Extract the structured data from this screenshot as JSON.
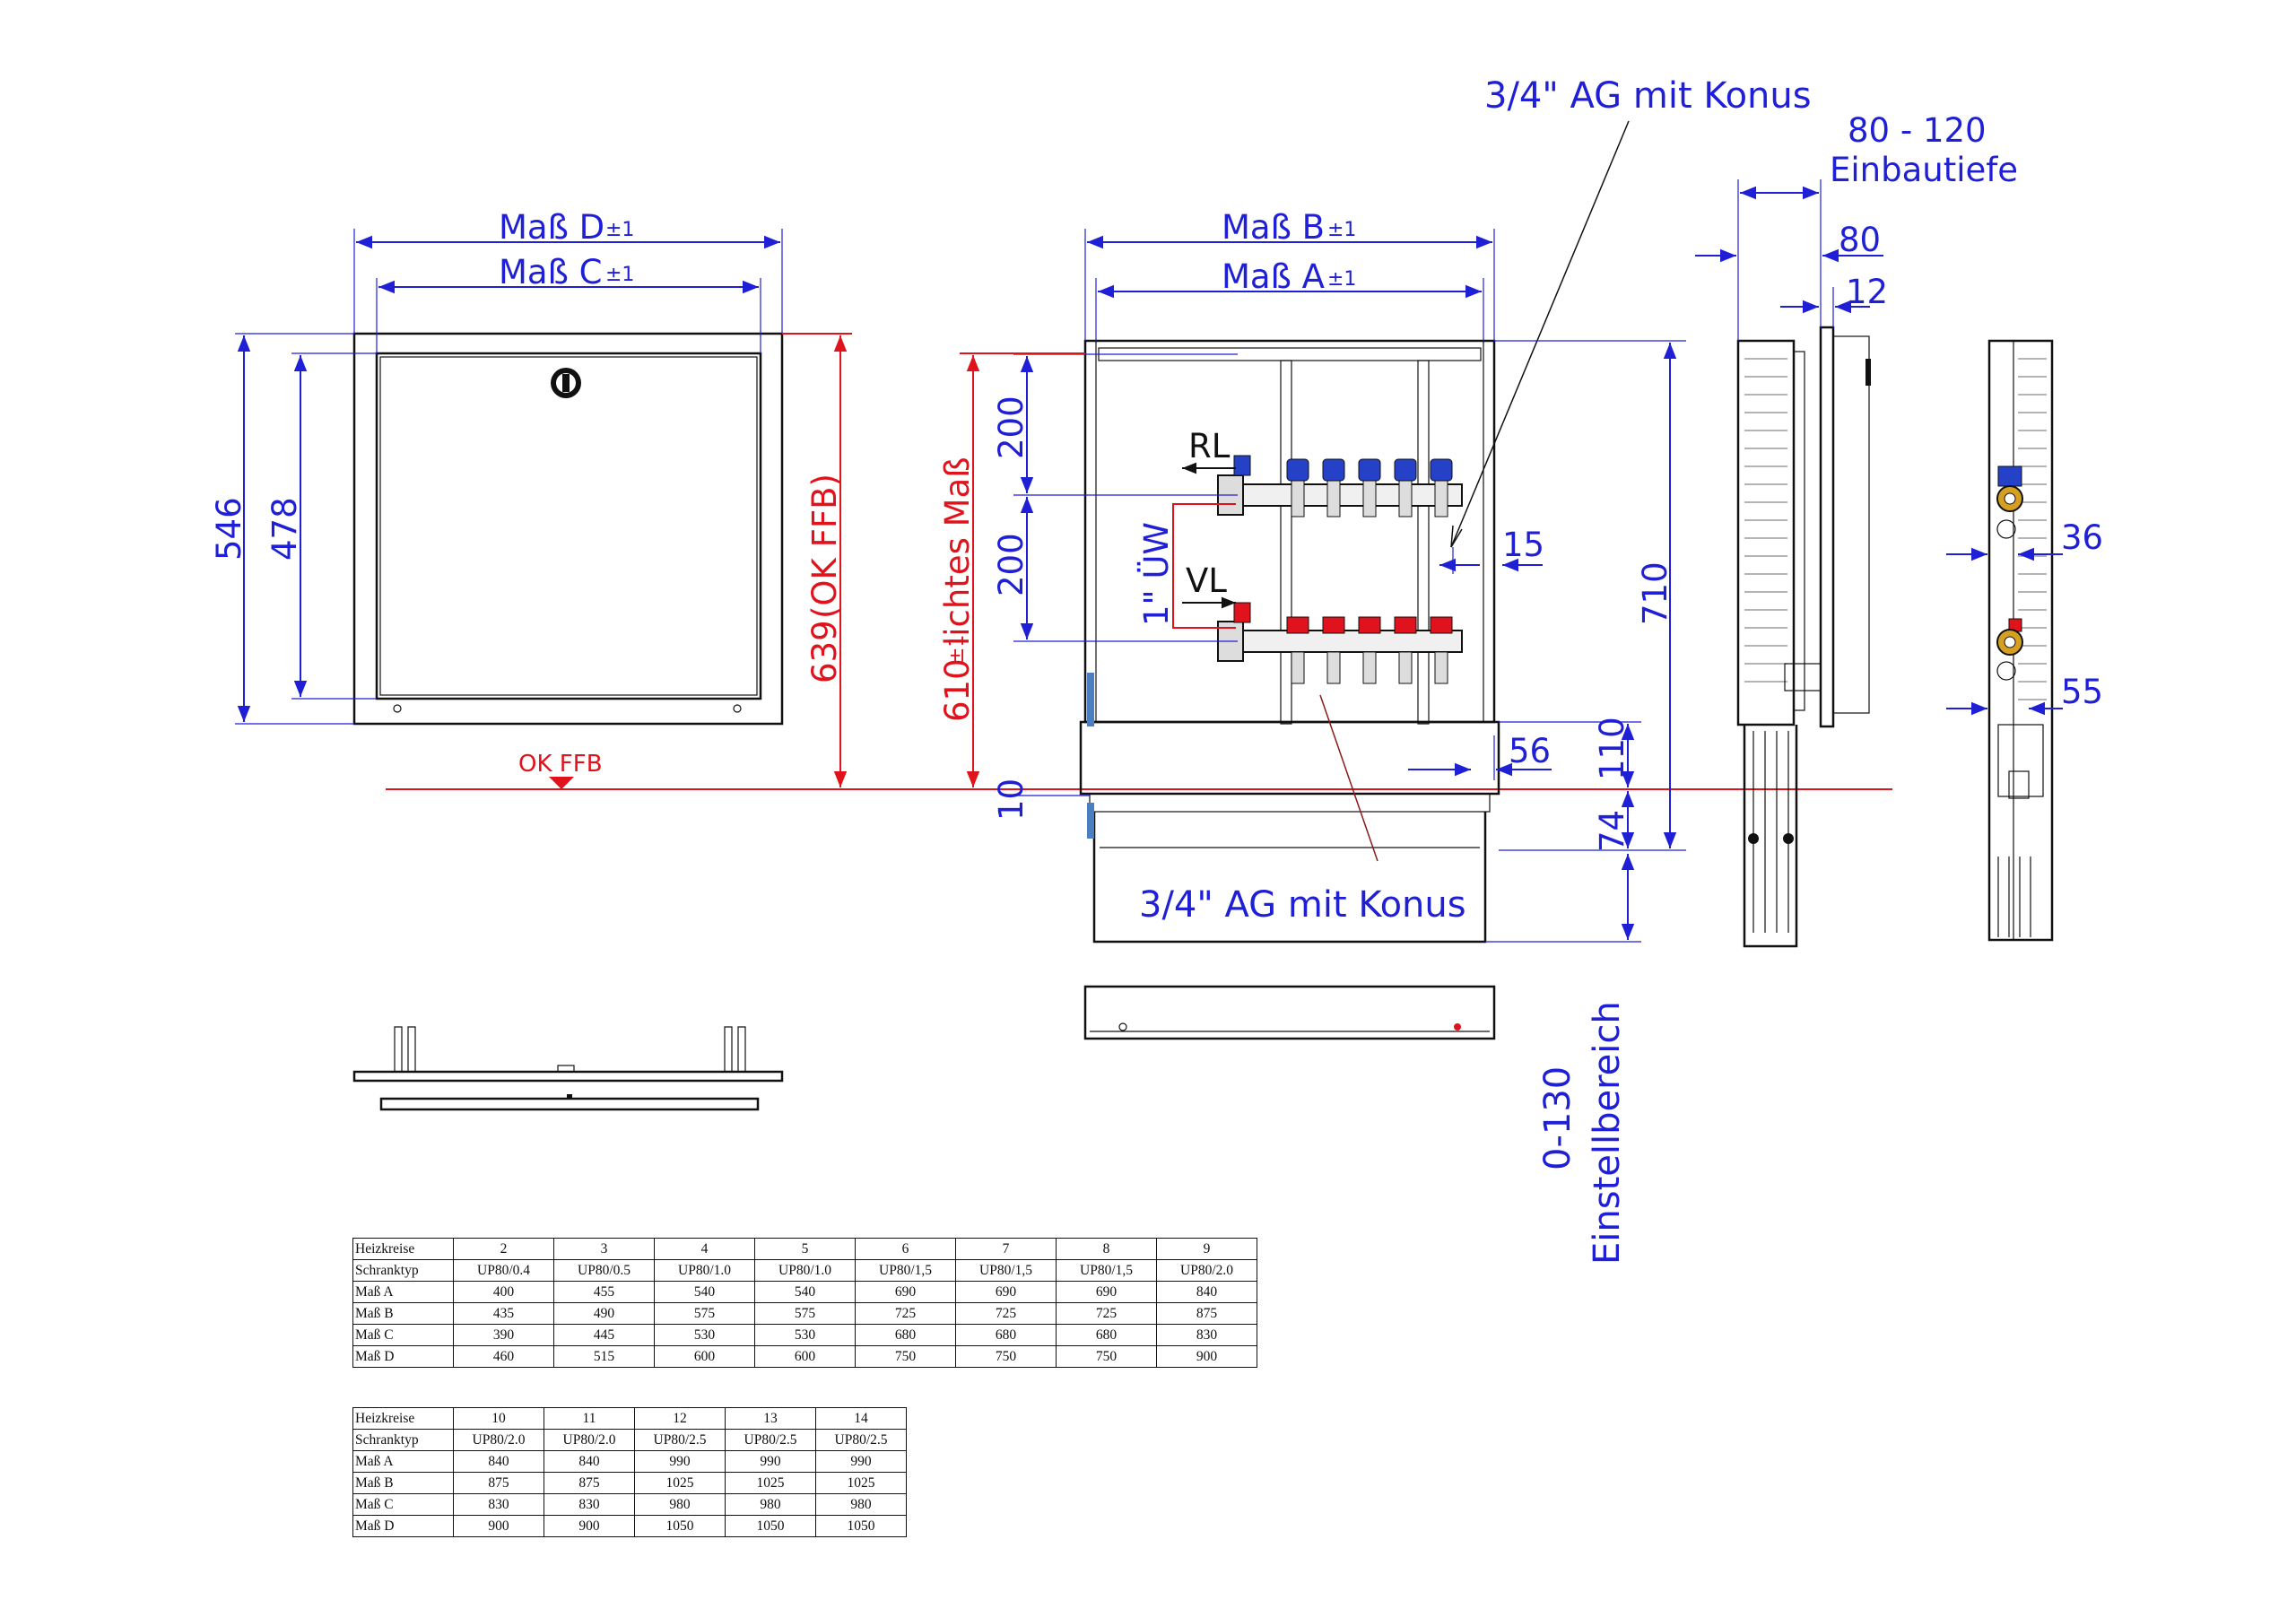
{
  "front_view_labels": {
    "mass_d": "Maß D",
    "mass_c": "Maß C",
    "tol": "±1",
    "dim_546": "546",
    "dim_478": "478",
    "dim_639": "639",
    "ok_ffb_paren": "(OK FFB)",
    "ok_ffb": "OK FFB"
  },
  "manifold_view_labels": {
    "mass_b": "Maß B",
    "mass_a": "Maß A",
    "tol": "±1",
    "ag_konus_top": "3/4\" AG mit Konus",
    "ag_konus_bottom": "3/4\" AG mit Konus",
    "rl": "RL",
    "vl": "VL",
    "uew": "1\" ÜW",
    "dim_200_top": "200",
    "dim_200_bottom": "200",
    "dim_610": "610",
    "dim_610_tol": "±1",
    "lichtes_mass": "lichtes Maß",
    "dim_15": "15",
    "dim_710": "710",
    "dim_56": "56",
    "dim_110": "110",
    "dim_10": "10",
    "dim_74": "74",
    "einstell_range": "0-130",
    "einstellbereich": "Einstellbereich"
  },
  "side_view_labels": {
    "range_80_120": "80 - 120",
    "einbautiefe": "Einbautiefe",
    "dim_80": "80",
    "dim_12": "12",
    "dim_36": "36",
    "dim_55": "55"
  },
  "table1": {
    "rows": [
      {
        "label": "Heizkreise",
        "values": [
          "2",
          "3",
          "4",
          "5",
          "6",
          "7",
          "8",
          "9"
        ]
      },
      {
        "label": "Schranktyp",
        "values": [
          "UP80/0.4",
          "UP80/0.5",
          "UP80/1.0",
          "UP80/1.0",
          "UP80/1,5",
          "UP80/1,5",
          "UP80/1,5",
          "UP80/2.0"
        ]
      },
      {
        "label": "Maß A",
        "values": [
          "400",
          "455",
          "540",
          "540",
          "690",
          "690",
          "690",
          "840"
        ]
      },
      {
        "label": "Maß B",
        "values": [
          "435",
          "490",
          "575",
          "575",
          "725",
          "725",
          "725",
          "875"
        ]
      },
      {
        "label": "Maß C",
        "values": [
          "390",
          "445",
          "530",
          "530",
          "680",
          "680",
          "680",
          "830"
        ]
      },
      {
        "label": "Maß D",
        "values": [
          "460",
          "515",
          "600",
          "600",
          "750",
          "750",
          "750",
          "900"
        ]
      }
    ]
  },
  "table2": {
    "rows": [
      {
        "label": "Heizkreise",
        "values": [
          "10",
          "11",
          "12",
          "13",
          "14"
        ]
      },
      {
        "label": "Schranktyp",
        "values": [
          "UP80/2.0",
          "UP80/2.0",
          "UP80/2.5",
          "UP80/2.5",
          "UP80/2.5"
        ]
      },
      {
        "label": "Maß A",
        "values": [
          "840",
          "840",
          "990",
          "990",
          "990"
        ]
      },
      {
        "label": "Maß B",
        "values": [
          "875",
          "875",
          "1025",
          "1025",
          "1025"
        ]
      },
      {
        "label": "Maß C",
        "values": [
          "830",
          "830",
          "980",
          "980",
          "980"
        ]
      },
      {
        "label": "Maß D",
        "values": [
          "900",
          "900",
          "1050",
          "1050",
          "1050"
        ]
      }
    ]
  },
  "colors": {
    "dimension": "#1f1fd6",
    "reference": "#e0121b",
    "outline": "#111111"
  }
}
